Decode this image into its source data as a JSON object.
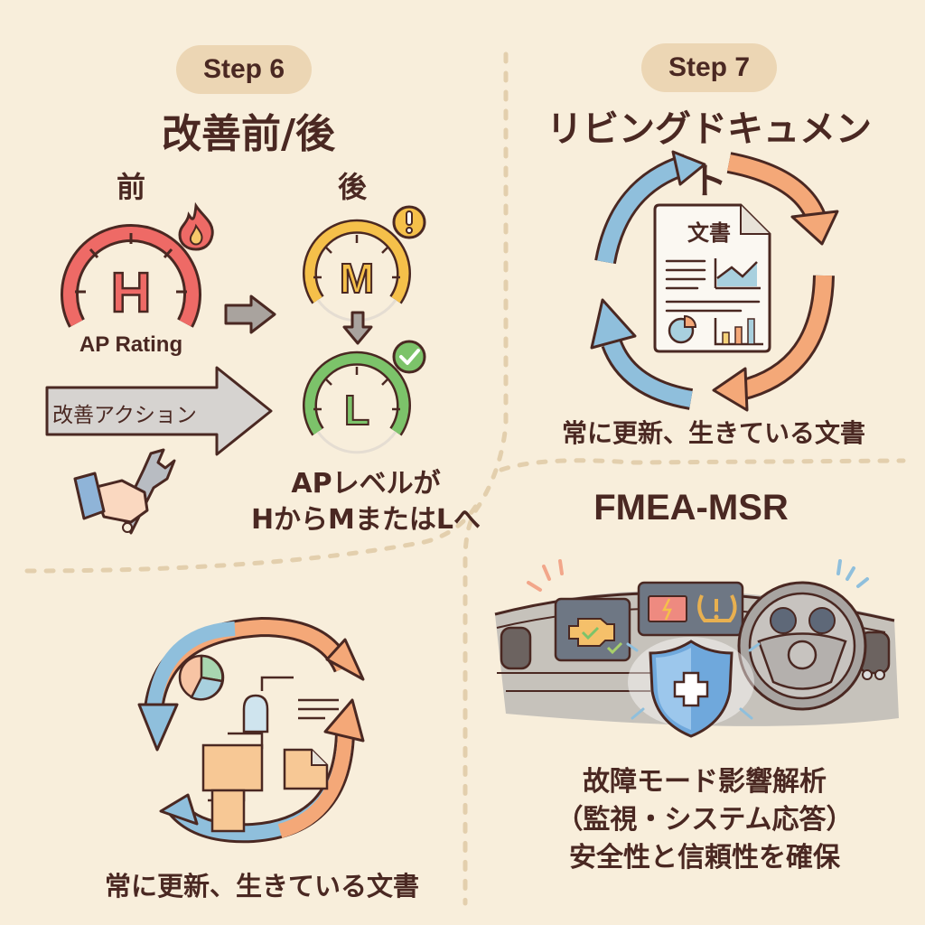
{
  "step6": {
    "badge": "Step 6",
    "title": "改善前/後",
    "before_label": "前",
    "after_label": "後",
    "before_gauge": {
      "letter": "H",
      "color": "#ee6a66",
      "badge_icon": "fire-icon"
    },
    "rating_label": "AP Rating",
    "action_label": "改善アクション",
    "after_gauge_m": {
      "letter": "M",
      "color": "#f5c04a",
      "badge_icon": "exclamation-icon"
    },
    "after_gauge_l": {
      "letter": "L",
      "color": "#7cc36a",
      "badge_icon": "check-icon"
    },
    "result_line1": "APレベルが",
    "result_line2": "HからMまたはLへ"
  },
  "step7": {
    "badge": "Step 7",
    "title": "リビングドキュメント",
    "document_label": "文書",
    "caption": "常に更新、生きている文書"
  },
  "bottom_left": {
    "caption": "常に更新、生きている文書"
  },
  "fmea": {
    "title": "FMEA-MSR",
    "line1": "故障モード影響解析",
    "line2": "（監視・システム応答）",
    "line3": "安全性と信頼性を確保"
  },
  "colors": {
    "background": "#f8eedb",
    "text": "#4a2822",
    "pill": "#ecd6b4",
    "divider": "#e3cfad",
    "blue": "#8fbfdc",
    "orange": "#f4a878"
  }
}
